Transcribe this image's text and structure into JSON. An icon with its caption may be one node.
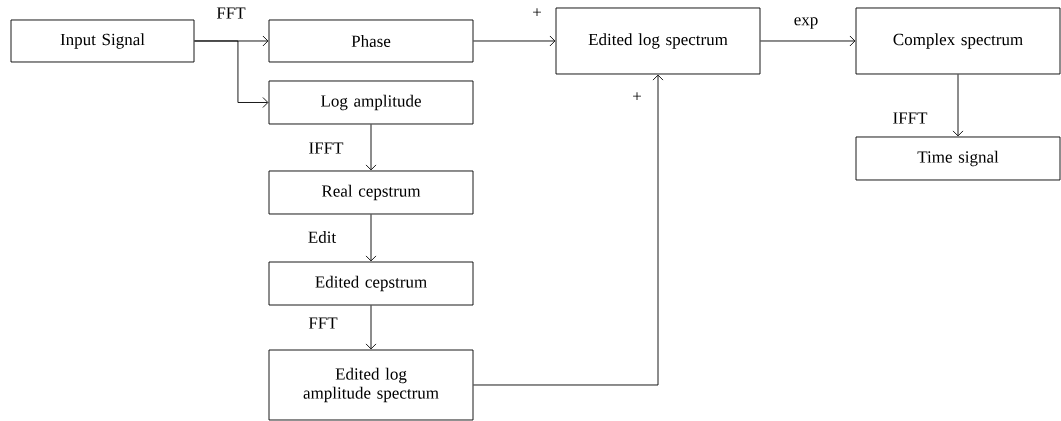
{
  "diagram": {
    "nodes": [
      {
        "text": [
          "Input Signal"
        ]
      },
      {
        "text": [
          "Phase"
        ]
      },
      {
        "text": [
          "Log amplitude"
        ]
      },
      {
        "text": [
          "Real cepstrum"
        ]
      },
      {
        "text": [
          "Edited cepstrum"
        ]
      },
      {
        "text": [
          "Edited log amplitude spectrum"
        ]
      },
      {
        "text": [
          "Edited log spectrum"
        ]
      },
      {
        "text": [
          "Complex spectrum"
        ]
      },
      {
        "text": [
          "Time signal"
        ]
      }
    ],
    "edges": [
      {
        "from": 0,
        "to": 1,
        "arrow": "to",
        "label": "FFT"
      },
      {
        "from": 0,
        "to": 2,
        "arrow": "to"
      },
      {
        "from": 1,
        "to": 6,
        "arrow": "to",
        "label": "+"
      },
      {
        "from": 2,
        "to": 3,
        "arrow": "to",
        "label": "IFFT"
      },
      {
        "from": 3,
        "to": 4,
        "arrow": "to",
        "label": "Edit"
      },
      {
        "from": 4,
        "to": 5,
        "arrow": "to",
        "label": "FFT"
      },
      {
        "from": 5,
        "to": 6,
        "arrow": "to",
        "label": "+"
      },
      {
        "from": 6,
        "to": 7,
        "arrow": "to",
        "label": "exp"
      },
      {
        "from": 7,
        "to": 8,
        "arrow": "to",
        "label": "IFFT"
      }
    ]
  }
}
